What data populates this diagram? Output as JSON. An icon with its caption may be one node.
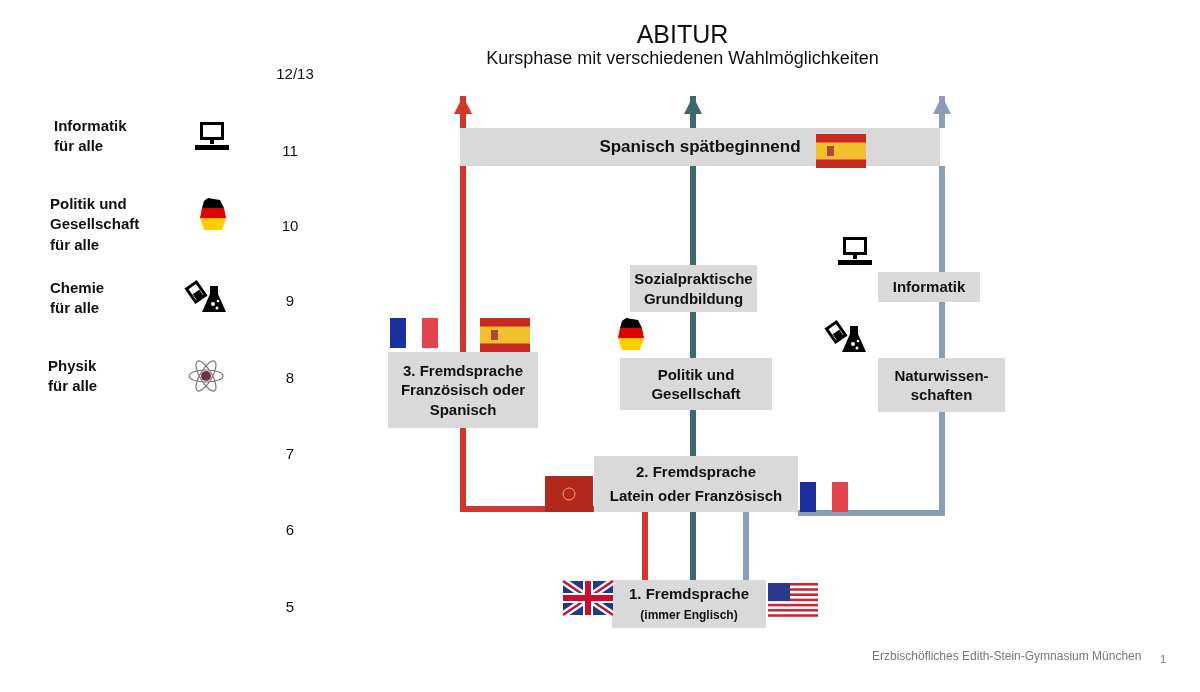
{
  "diagram": {
    "title": "ABITUR",
    "nodes": [
      {
        "text": [
          "Spanisch spätbeginnend"
        ]
      },
      {
        "text": [
          "Sozialpraktische Grundbildung"
        ]
      },
      {
        "text": [
          "Informatik"
        ]
      },
      {
        "text": [
          "3. Fremdsprache Französisch oder Spanisch"
        ]
      },
      {
        "text": [
          "Politik und Gesellschaft"
        ]
      },
      {
        "text": [
          "Naturwissen- schaften"
        ]
      },
      {
        "text": [
          "2. Fremdsprache",
          "Latein oder Französisch"
        ]
      },
      {
        "text": [
          "1. Fremdsprache",
          "(immer Englisch)"
        ]
      }
    ],
    "edges": [
      {
        "from": 7,
        "to": 6,
        "arrow": "none",
        "color": "#d0362a"
      },
      {
        "from": 7,
        "to": 6,
        "arrow": "none",
        "color": "#3d6870"
      },
      {
        "from": 7,
        "to": 6,
        "arrow": "none",
        "color": "#8b9cb6"
      },
      {
        "from": 6,
        "to": 3,
        "arrow": "none",
        "color": "#d0362a"
      },
      {
        "from": 6,
        "to": 4,
        "arrow": "none",
        "color": "#3d6870"
      },
      {
        "from": 6,
        "to": 5,
        "arrow": "none",
        "color": "#8b9cb6"
      },
      {
        "from": 3,
        "to": 0,
        "arrow": "none",
        "color": "#d0362a"
      },
      {
        "from": 4,
        "to": 1,
        "arrow": "none",
        "color": "#3d6870"
      },
      {
        "from": 1,
        "to": 0,
        "arrow": "none",
        "color": "#3d6870"
      },
      {
        "from": 5,
        "to": 2,
        "arrow": "none",
        "color": "#8b9cb6"
      },
      {
        "from": 2,
        "to": 0,
        "arrow": "none",
        "color": "#8b9cb6"
      },
      {
        "from": 0,
        "to": null,
        "arrow": "to",
        "color": "#d0362a"
      },
      {
        "from": 0,
        "to": null,
        "arrow": "to",
        "color": "#3d6870"
      },
      {
        "from": 0,
        "to": null,
        "arrow": "to",
        "color": "#8b9cb6"
      }
    ],
    "labels": [
      "Kursphase mit verschiedenen Wahlmöglichkeiten",
      "12/13",
      "Informatik für alle",
      "11",
      "Politik und Gesellschaft für alle",
      "10",
      "Chemie für alle",
      "9",
      "Physik für alle",
      "8",
      "7",
      "6",
      "5",
      "Erzbischöfliches Edith-Stein-Gymnasium München",
      "1"
    ]
  }
}
